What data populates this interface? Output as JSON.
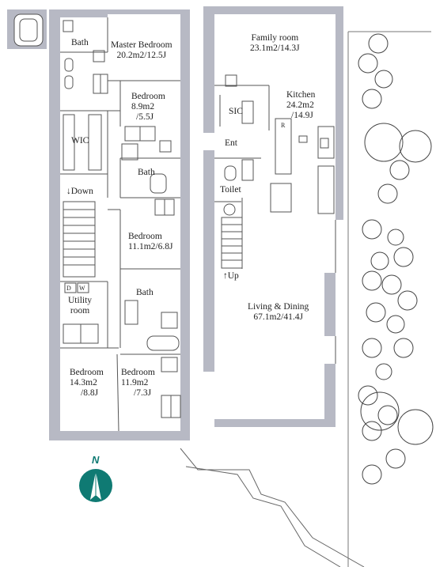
{
  "rooms": {
    "bath_top": {
      "name": "Bath"
    },
    "master_bedroom": {
      "name": "Master Bedroom",
      "area": "20.2m2/12.5J"
    },
    "bedroom_a": {
      "name": "Bedroom",
      "area_m2": "8.9m2",
      "area_j": "/5.5J"
    },
    "wic": {
      "name": "WIC"
    },
    "bath_mid": {
      "name": "Bath"
    },
    "bedroom_b": {
      "name": "Bedroom",
      "area": "11.1m2/6.8J"
    },
    "bath_low": {
      "name": "Bath"
    },
    "utility": {
      "name_1": "Utility",
      "name_2": "room",
      "washer": "D",
      "dryer": "W"
    },
    "bedroom_c": {
      "name": "Bedroom",
      "area_m2": "14.3m2",
      "area_j": "/8.8J"
    },
    "bedroom_d": {
      "name": "Bedroom",
      "area_m2": "11.9m2",
      "area_j": "/7.3J"
    },
    "family_room": {
      "name": "Family room",
      "area": "23.1m2/14.3J"
    },
    "sic": {
      "name": "SIC"
    },
    "kitchen": {
      "name": "Kitchen",
      "area_m2": "24.2m2",
      "area_j": "/14.9J"
    },
    "entrance": {
      "name": "Ent"
    },
    "toilet": {
      "name": "Toilet"
    },
    "living_dining": {
      "name": "Living & Dining",
      "area": "67.1m2/41.4J"
    }
  },
  "stairs": {
    "down": "↓Down",
    "up": "↑Up"
  },
  "fixtures": {
    "fridge": "R"
  },
  "compass": {
    "label": "N",
    "color": "#0f7a73"
  },
  "colors": {
    "wall": "#b7b9c4",
    "line": "#555555",
    "tree": "#444444"
  }
}
